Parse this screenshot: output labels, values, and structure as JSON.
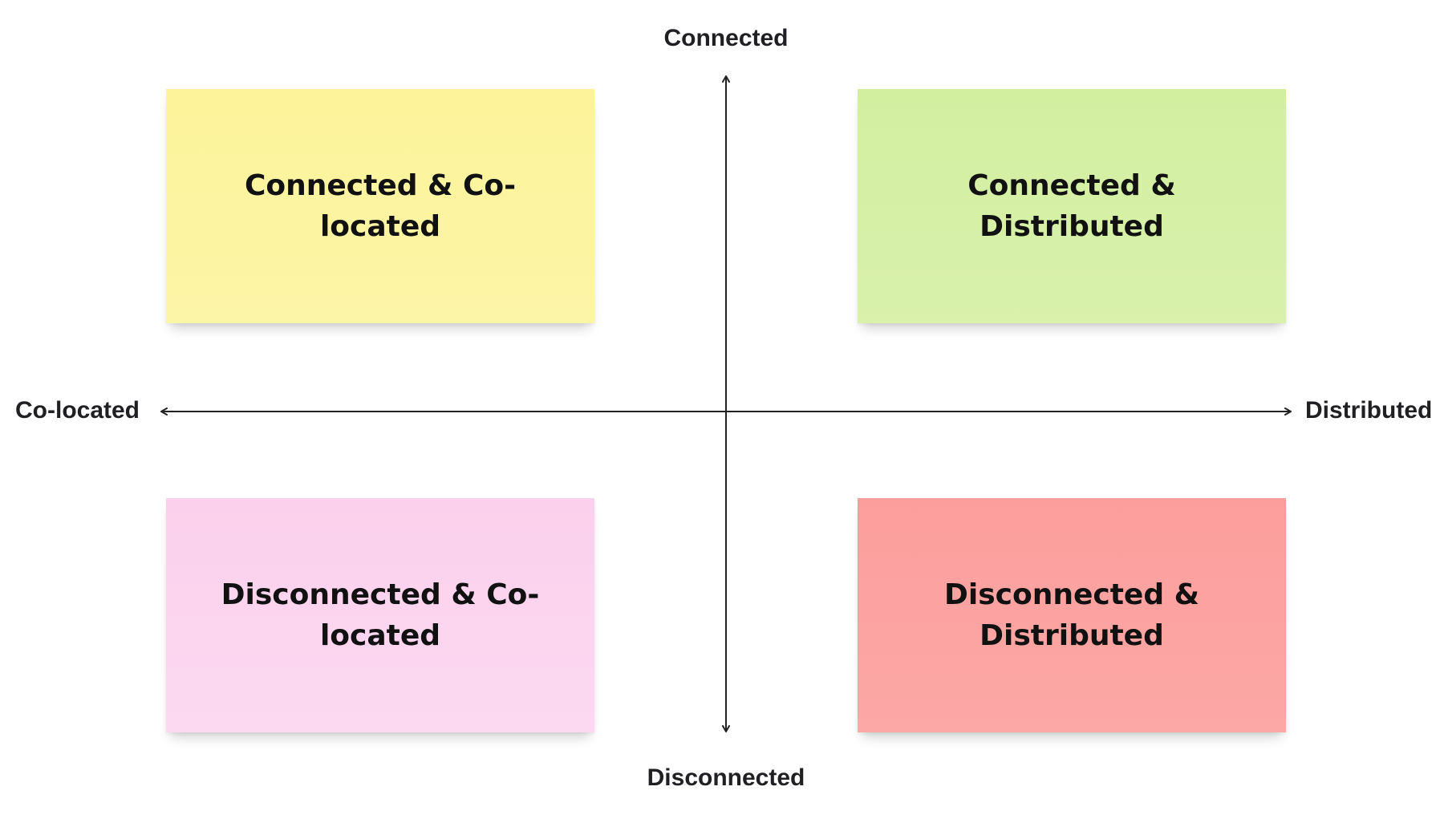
{
  "axes": {
    "top": "Connected",
    "bottom": "Disconnected",
    "left": "Co-located",
    "right": "Distributed"
  },
  "quadrants": {
    "top_left": {
      "label": "Connected & Co-located",
      "color": "#fcf39a"
    },
    "top_right": {
      "label": "Connected & Distributed",
      "color": "#d2efa0"
    },
    "bottom_left": {
      "label": "Disconnected & Co-located",
      "color": "#fbd0ec"
    },
    "bottom_right": {
      "label": "Disconnected & Distributed",
      "color": "#fc9e9c"
    }
  },
  "colors": {
    "axis": "#222222",
    "text": "#111111"
  }
}
